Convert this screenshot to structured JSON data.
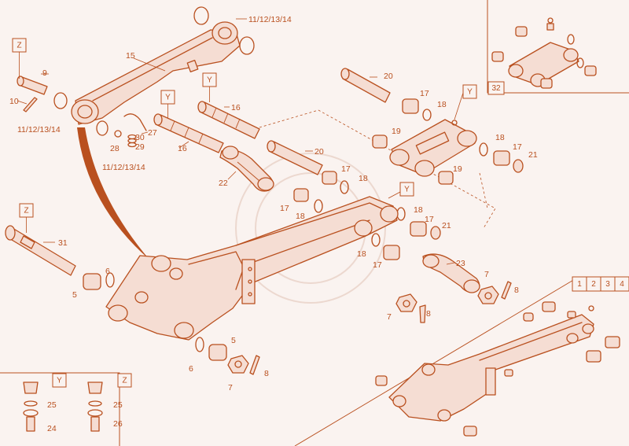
{
  "boxes": {
    "z": "Z",
    "y": "Y",
    "r1": "1",
    "r2": "2",
    "r3": "3",
    "r4": "4",
    "inset_id": "32"
  },
  "callouts": {
    "c11a": "11/12/13/14",
    "c11b": "11/12/13/14",
    "c11c": "11/12/13/14",
    "c15": "15",
    "c9": "9",
    "c10": "10",
    "c16a": "16",
    "c16b": "16",
    "c27": "27",
    "c30": "30",
    "c29": "29",
    "c28": "28",
    "c20a": "20",
    "c20b": "20",
    "c17a": "17",
    "c17b": "17",
    "c17c": "17",
    "c17d": "17",
    "c17e": "17",
    "c17f": "17",
    "c18a": "18",
    "c18b": "18",
    "c18c": "18",
    "c18d": "18",
    "c18e": "18",
    "c18f": "18",
    "c19a": "19",
    "c19b": "19",
    "c21a": "21",
    "c21b": "21",
    "c22": "22",
    "c23": "23",
    "c31": "31",
    "c5a": "5",
    "c5b": "5",
    "c6a": "6",
    "c6b": "6",
    "c7a": "7",
    "c7b": "7",
    "c7c": "7",
    "c8a": "8",
    "c8b": "8",
    "c8c": "8",
    "c24": "24",
    "c25a": "25",
    "c25b": "25",
    "c26": "26"
  }
}
